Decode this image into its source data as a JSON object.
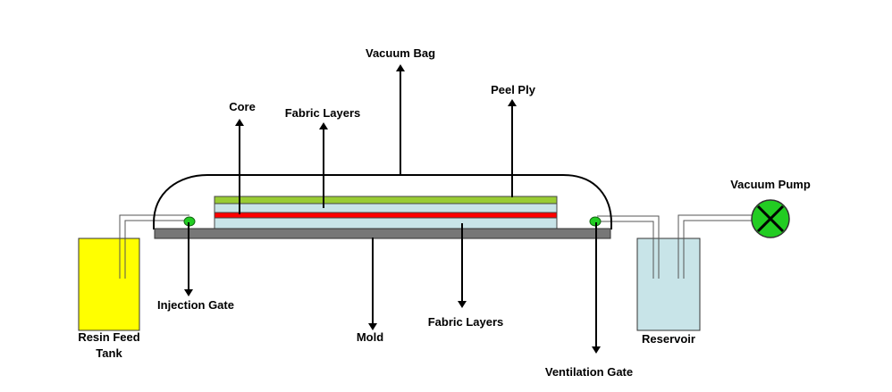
{
  "labels": {
    "vacuum_bag": "Vacuum Bag",
    "core": "Core",
    "fabric_layers_top": "Fabric Layers",
    "peel_ply": "Peel Ply",
    "vacuum_pump": "Vacuum Pump",
    "injection_gate": "Injection Gate",
    "mold": "Mold",
    "fabric_layers_bottom": "Fabric Layers",
    "reservoir": "Reservoir",
    "resin_feed_tank_line1": "Resin Feed",
    "resin_feed_tank_line2": "Tank",
    "ventilation_gate": "Ventilation Gate"
  },
  "colors": {
    "resin_tank": "#ffff00",
    "reservoir": "#c8e4e8",
    "peel_ply": "#99cc33",
    "core": "#ff0000",
    "fabric": "#c8e4e8",
    "mold": "#777777",
    "gate": "#22cc22",
    "pump": "#22cc22"
  }
}
